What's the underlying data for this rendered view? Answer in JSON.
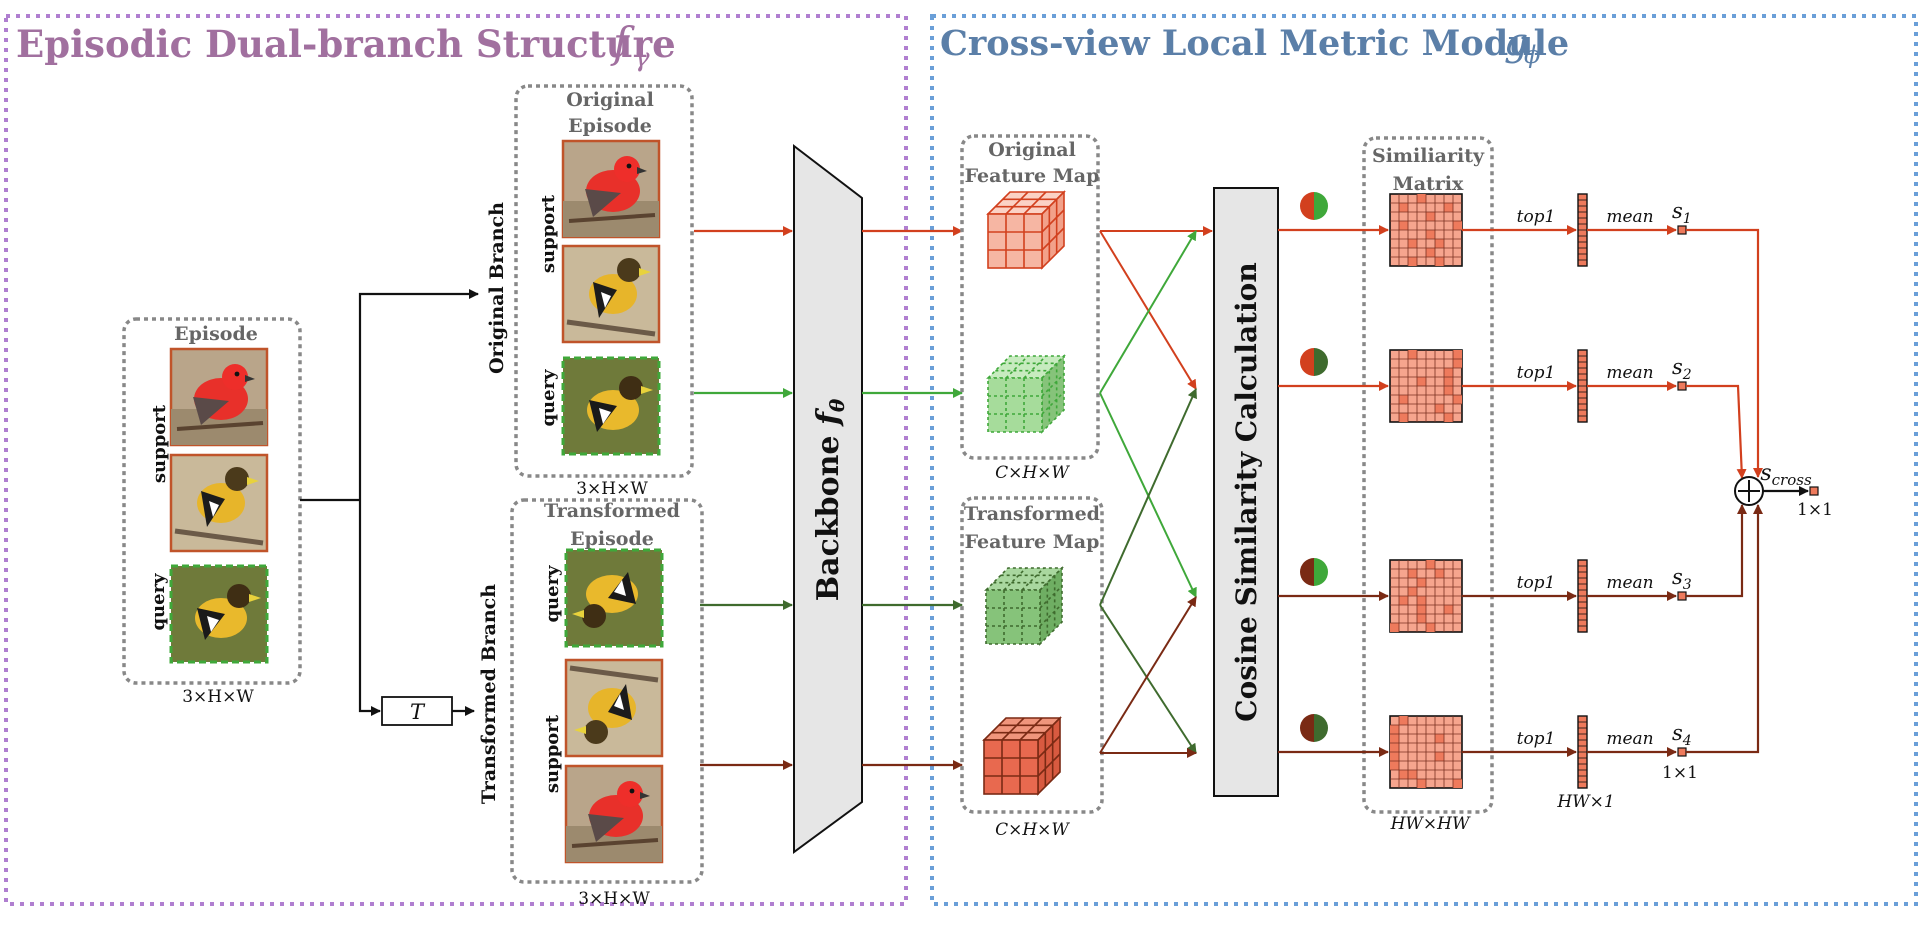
{
  "left_panel": {
    "title": "Episodic Dual-branch Structure",
    "title_symbol": "f",
    "title_subscript": "γ",
    "title_color": "#a1709f",
    "border_color": "#b07fd0"
  },
  "right_panel": {
    "title": "Cross-view Local Metric Module",
    "title_symbol": "g",
    "title_subscript": "ϕ",
    "title_color": "#5b7fa8",
    "border_color": "#6a9fd8"
  },
  "episode": {
    "label": "Episode",
    "support": "support",
    "query": "query",
    "dims": "3×H×W"
  },
  "transform_label": "T",
  "original_branch": {
    "branch_label": "Original Branch",
    "episode_line1": "Original",
    "episode_line2": "Episode",
    "support": "support",
    "query": "query",
    "dims": "3×H×W"
  },
  "transformed_branch": {
    "branch_label": "Transformed Branch",
    "episode_line1": "Transformed",
    "episode_line2": "Episode",
    "support": "support",
    "query": "query",
    "dims": "3×H×W"
  },
  "backbone": {
    "label": "Backbone",
    "symbol": "f",
    "subscript": "θ"
  },
  "original_feature": {
    "line1": "Original",
    "line2": "Feature Map",
    "dims": "C×H×W"
  },
  "transformed_feature": {
    "line1": "Transformed",
    "line2": "Feature Map",
    "dims": "C×H×W"
  },
  "cosine": {
    "label": "Cosine Similarity Calculation"
  },
  "similarity": {
    "line1": "Similiarity",
    "line2": "Matrix",
    "dims": "HW×HW"
  },
  "rows": [
    {
      "top": "top1",
      "mean": "mean",
      "s": "s",
      "sub": "1"
    },
    {
      "top": "top1",
      "mean": "mean",
      "s": "s",
      "sub": "2"
    },
    {
      "top": "top1",
      "mean": "mean",
      "s": "s",
      "sub": "3"
    },
    {
      "top": "top1",
      "mean": "mean",
      "s": "s",
      "sub": "4"
    }
  ],
  "vector_dims": "HW×1",
  "score_dims": "1×1",
  "output": {
    "s": "s",
    "sub": "cross",
    "dims": "1×1"
  },
  "colors": {
    "red_arrow": "#d2401e",
    "dark_red_arrow": "#7a2a14",
    "green_arrow": "#3fa83a",
    "dark_green_arrow": "#3f6b2e",
    "cube_red_light": "#f6b6a3",
    "cube_red_dark": "#e8694f",
    "cube_green_light": "#a6dc9b",
    "cube_green_dark": "#86c37a",
    "cell_red": "#ee7a5c",
    "gray_box": "#e6e6e6"
  }
}
